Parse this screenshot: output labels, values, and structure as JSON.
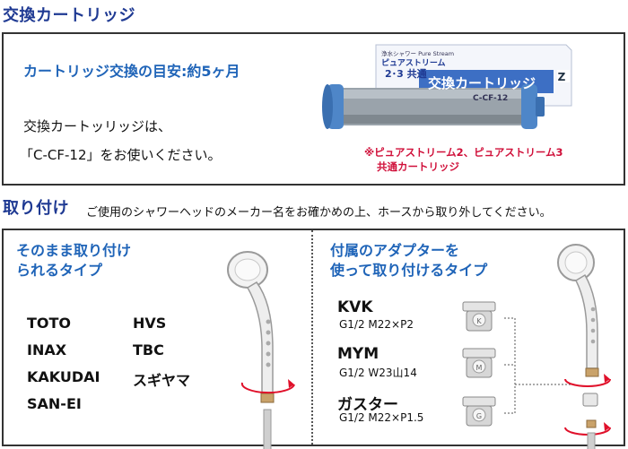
{
  "cartridge_section": {
    "title": "交換カートリッジ",
    "guide": "カートリッジ交換の目安:約5ヶ月",
    "line1": "交換カートッリッジは、",
    "line2": "「C-CF-12」をお使いください。",
    "note_line1": "※ピュアストリーム2、ピュアストリーム3",
    "note_line2": "共通カートリッジ",
    "package": {
      "small_label": "浄水シャワー Pure Stream",
      "brand": "ピュアストリーム",
      "compat": "2･3 共通",
      "title": "交換カートリッジ",
      "model": "C-CF-12"
    }
  },
  "install_section": {
    "title": "取り付け",
    "subtitle": "ご使用のシャワーヘッドのメーカー名をお確かめの上、ホースから取り外してください。",
    "direct": {
      "heading_line1": "そのまま取り付け",
      "heading_line2": "られるタイプ",
      "brands": [
        "TOTO",
        "INAX",
        "KAKUDAI",
        "SAN-EI",
        "HVS",
        "TBC",
        "スギヤマ"
      ]
    },
    "adapter": {
      "heading_line1": "付属のアダプターを",
      "heading_line2": "使って取り付けるタイプ",
      "items": [
        {
          "name": "KVK",
          "spec": "G1/2  M22×P2",
          "mark": "K"
        },
        {
          "name": "MYM",
          "spec": "G1/2  W23山14",
          "mark": "M"
        },
        {
          "name": "ガスター",
          "spec": "G1/2  M22×P1.5",
          "mark": "G"
        }
      ]
    }
  },
  "colors": {
    "title_blue": "#1f3a93",
    "accent_blue": "#1f64b8",
    "note_red": "#d0103a",
    "arrow_red": "#e0102a"
  }
}
